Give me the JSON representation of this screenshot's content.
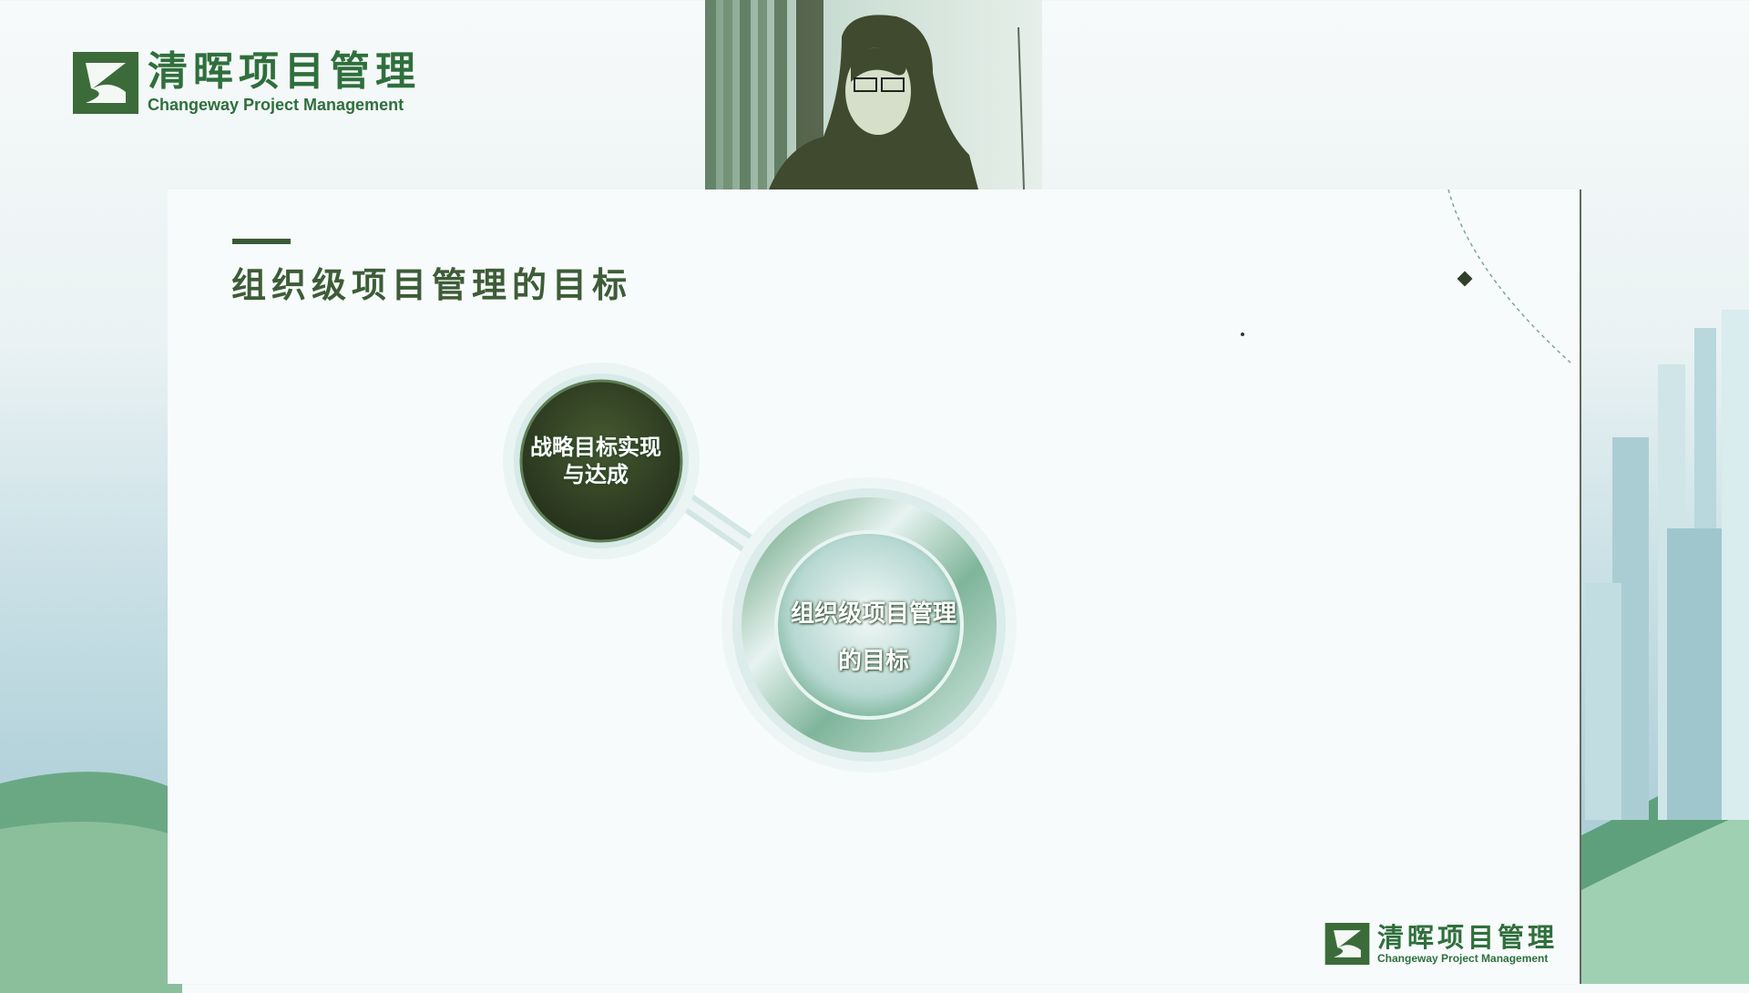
{
  "header": {
    "brand_cn": "清晖项目管理",
    "brand_en": "Changeway Project Management"
  },
  "slide": {
    "title": "组织级项目管理的目标",
    "nodes": {
      "small_line1": "战略目标实现",
      "small_line2": "与达成",
      "big_line1": "组织级项目管理",
      "big_line2": "的目标"
    }
  },
  "footer": {
    "brand_cn": "清晖项目管理",
    "brand_en": "Changeway Project Management"
  },
  "colors": {
    "brand_green": "#2f6f3c",
    "title_green": "#3d5c37",
    "dark_node": "#2f3f24",
    "accent_teal": "#9cc7c0"
  }
}
